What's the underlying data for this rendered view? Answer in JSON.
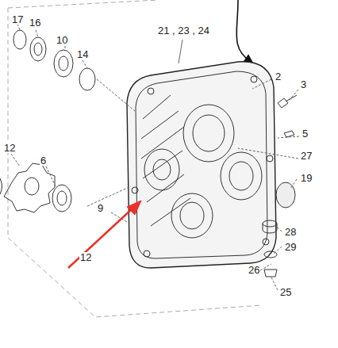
{
  "diagram": {
    "labels": [
      "17",
      "16",
      "10",
      "14",
      "21 , 23 , 24",
      "2",
      "3",
      "5",
      "27",
      "19",
      "12",
      "6",
      "9",
      "28",
      "29",
      "26",
      "25",
      "12"
    ]
  }
}
